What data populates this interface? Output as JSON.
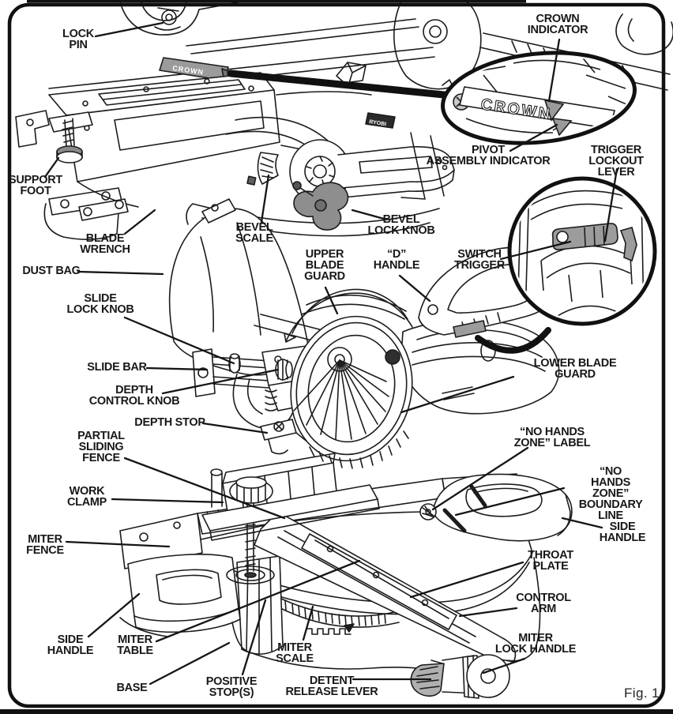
{
  "figure": {
    "caption": "Fig. 1"
  },
  "colors": {
    "ink": "#1c1c1c",
    "gray_fill": "#8e8e8e",
    "background": "#ffffff"
  },
  "engravings": {
    "crown_text": "CROWN",
    "brand_text": "RYOBI"
  },
  "labels": {
    "lock_pin": "LOCK\nPIN",
    "crown_indicator": "CROWN\nINDICATOR",
    "support_foot": "SUPPORT\nFOOT",
    "pivot_assembly_indicator": "PIVOT\nASSEMBLY INDICATOR",
    "trigger_lockout_lever": "TRIGGER\nLOCKOUT LEVER",
    "blade_wrench": "BLADE\nWRENCH",
    "bevel_scale": "BEVEL\nSCALE",
    "bevel_lock_knob": "BEVEL\nLOCK KNOB",
    "dust_bag": "DUST BAG",
    "upper_blade_guard": "UPPER\nBLADE\nGUARD",
    "d_handle": "“D”\nHANDLE",
    "switch_trigger": "SWITCH\nTRIGGER",
    "slide_lock_knob": "SLIDE\nLOCK KNOB",
    "slide_bar": "SLIDE BAR",
    "depth_control_knob": "DEPTH\nCONTROL KNOB",
    "lower_blade_guard": "LOWER BLADE\nGUARD",
    "depth_stop": "DEPTH STOP",
    "partial_sliding_fence": "PARTIAL\nSLIDING\nFENCE",
    "no_hands_zone_label": "“NO HANDS\nZONE” LABEL",
    "no_hands_zone_boundary_line": "“NO HANDS ZONE”\nBOUNDARY LINE",
    "work_clamp": "WORK\nCLAMP",
    "miter_fence": "MITER\nFENCE",
    "side_handle_right": "SIDE\nHANDLE",
    "throat_plate": "THROAT\nPLATE",
    "control_arm": "CONTROL\nARM",
    "side_handle_left": "SIDE\nHANDLE",
    "miter_table": "MITER\nTABLE",
    "miter_scale": "MITER\nSCALE",
    "miter_lock_handle": "MITER\nLOCK HANDLE",
    "base": "BASE",
    "positive_stops": "POSITIVE\nSTOP(S)",
    "detent_release_lever": "DETENT\nRELEASE LEVER"
  }
}
